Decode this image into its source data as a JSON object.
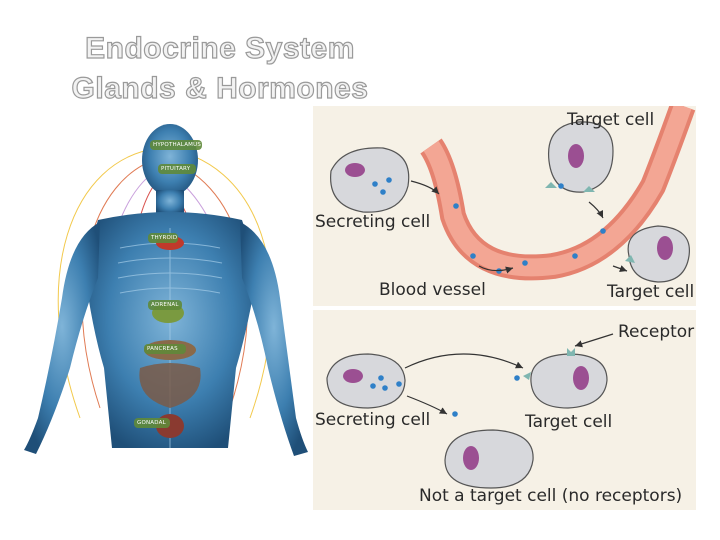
{
  "title": {
    "line1": "Endocrine System",
    "line2": "Glands & Hormones"
  },
  "body_diagram": {
    "glands": [
      "HYPOTHALAMUS",
      "PITUITARY",
      "THYROID",
      "ADRENAL",
      "PANCREAS",
      "GONADAL"
    ]
  },
  "top_panel": {
    "target_cell_top": "Target cell",
    "secreting_cell": "Secreting cell",
    "blood_vessel": "Blood vessel",
    "target_cell_bottom": "Target cell"
  },
  "bottom_panel": {
    "receptor": "Receptor",
    "secreting_cell": "Secreting cell",
    "target_cell": "Target cell",
    "not_target_cell": "Not a target cell (no receptors)"
  },
  "colors": {
    "body": "#2f6f9f",
    "panel_bg": "#f6f1e6",
    "cell_fill": "#d7d8dc",
    "nucleus": "#9b4f92",
    "hormone": "#2f80c8",
    "vessel": "#f0a090",
    "receptor": "#7fb6b0"
  }
}
